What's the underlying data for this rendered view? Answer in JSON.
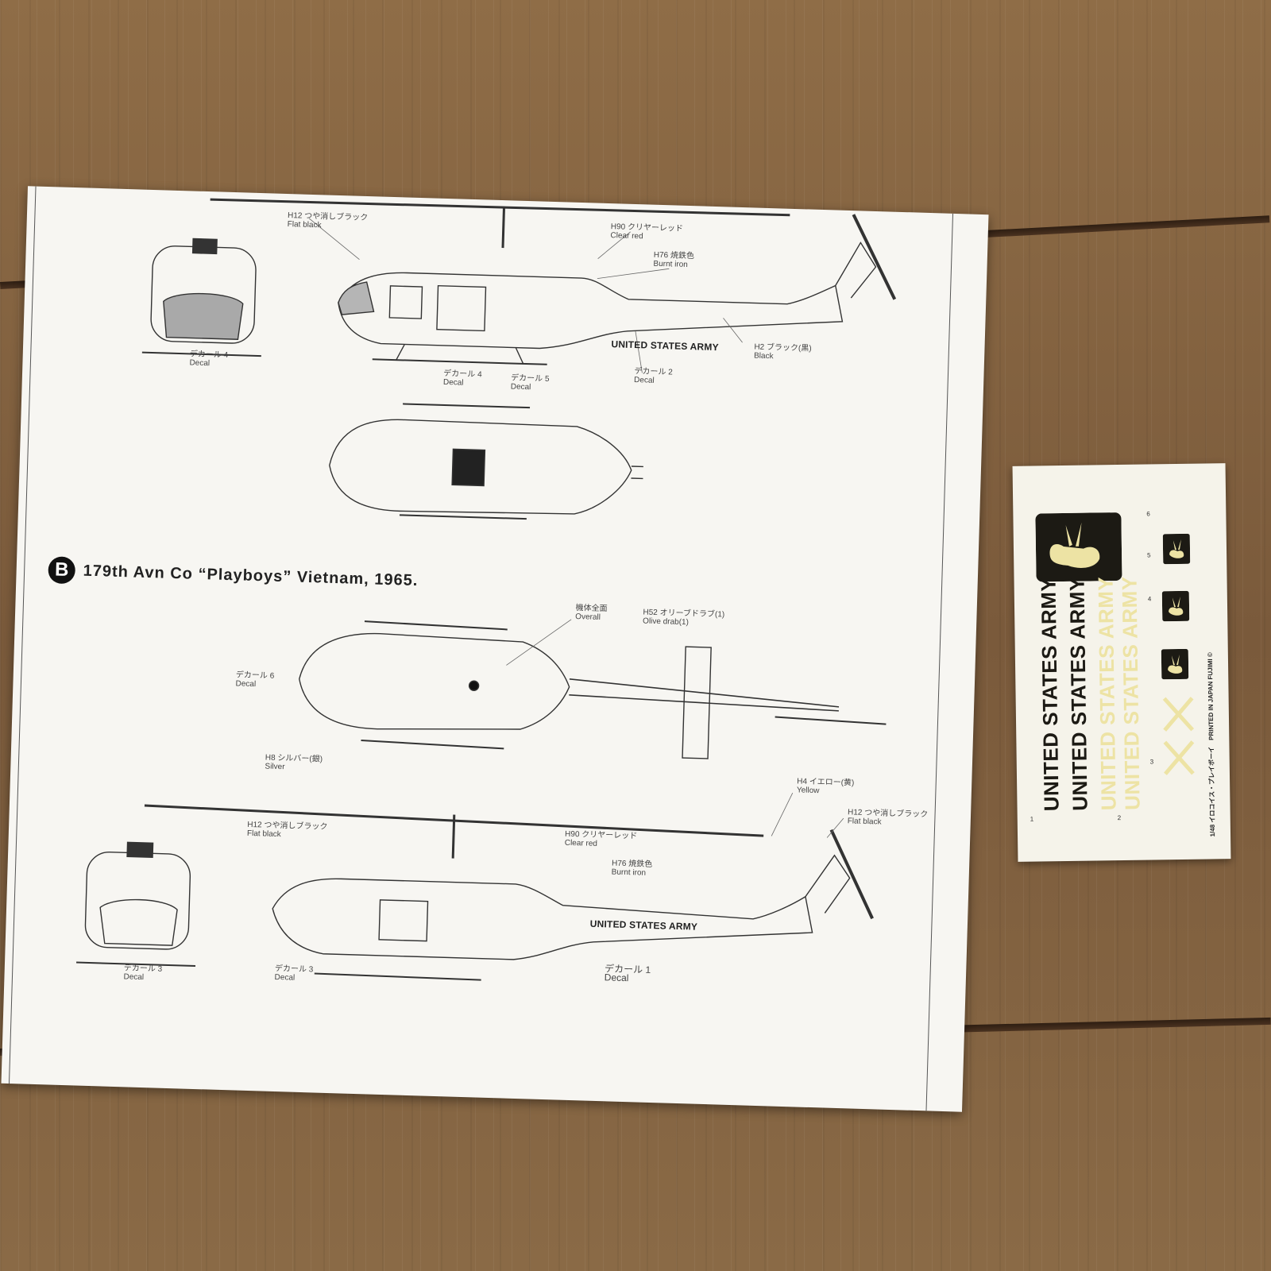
{
  "instruction_sheet": {
    "section_b": {
      "letter": "B",
      "title": "179th Avn Co “Playboys” Vietnam, 1965."
    },
    "top_callouts": {
      "flat_black": {
        "code": "H12",
        "jp": "つや消しブラック",
        "en": "Flat black"
      },
      "clear_red": {
        "code": "H90",
        "jp": "クリヤーレッド",
        "en": "Clear red"
      },
      "burnt_iron": {
        "code": "H76",
        "jp": "焼鉄色",
        "en": "Burnt iron"
      },
      "black": {
        "code": "H2",
        "jp": "ブラック(黒)",
        "en": "Black"
      },
      "army_marking": "UNITED STATES ARMY",
      "decal_front": {
        "jp": "デカール",
        "num": "4",
        "en": "Decal"
      },
      "decal_side_a": {
        "jp": "デカール",
        "num": "4",
        "en": "Decal"
      },
      "decal_side_b": {
        "jp": "デカール",
        "num": "5",
        "en": "Decal"
      },
      "decal_tail": {
        "jp": "デカール",
        "num": "2",
        "en": "Decal"
      }
    },
    "bottom_callouts": {
      "overall": {
        "jp": "機体全面",
        "en": "Overall"
      },
      "olive_drab": {
        "code": "H52",
        "jp": "オリーブドラブ(1)",
        "en": "Olive drab(1)"
      },
      "decal_top": {
        "jp": "デカール",
        "num": "6",
        "en": "Decal"
      },
      "silver": {
        "code": "H8",
        "jp": "シルバー(銀)",
        "en": "Silver"
      },
      "yellow": {
        "code": "H4",
        "jp": "イエロー(黄)",
        "en": "Yellow"
      },
      "flat_black_tail": {
        "code": "H12",
        "jp": "つや消しブラック",
        "en": "Flat black"
      },
      "flat_black_rotor": {
        "code": "H12",
        "jp": "つや消しブラック",
        "en": "Flat black"
      },
      "clear_red": {
        "code": "H90",
        "jp": "クリヤーレッド",
        "en": "Clear red"
      },
      "burnt_iron": {
        "code": "H76",
        "jp": "焼鉄色",
        "en": "Burnt iron"
      },
      "army_marking": "UNITED STATES ARMY",
      "decal_front": {
        "jp": "デカール",
        "num": "3",
        "en": "Decal"
      },
      "decal_nose": {
        "jp": "デカール",
        "num": "3",
        "en": "Decal"
      },
      "decal_tail": {
        "jp": "デカール",
        "num": "1",
        "en": "Decal"
      }
    }
  },
  "decal_sheet": {
    "army_black_1": "UNITED STATES ARMY",
    "army_black_2": "UNITED STATES ARMY",
    "army_yellow_1": "UNITED STATES ARMY",
    "army_yellow_2": "UNITED STATES ARMY",
    "numbers": [
      "1",
      "2",
      "3",
      "4",
      "5",
      "6"
    ],
    "print_info": "1/48 イロコイス・プレイボーイ　PRINTED IN JAPAN  FUJIMI ©"
  },
  "colors": {
    "wood": "#7a5a3b",
    "paper": "#f7f6f2",
    "decal_black": "#1c1a14",
    "decal_yellow": "#ede3a4"
  }
}
